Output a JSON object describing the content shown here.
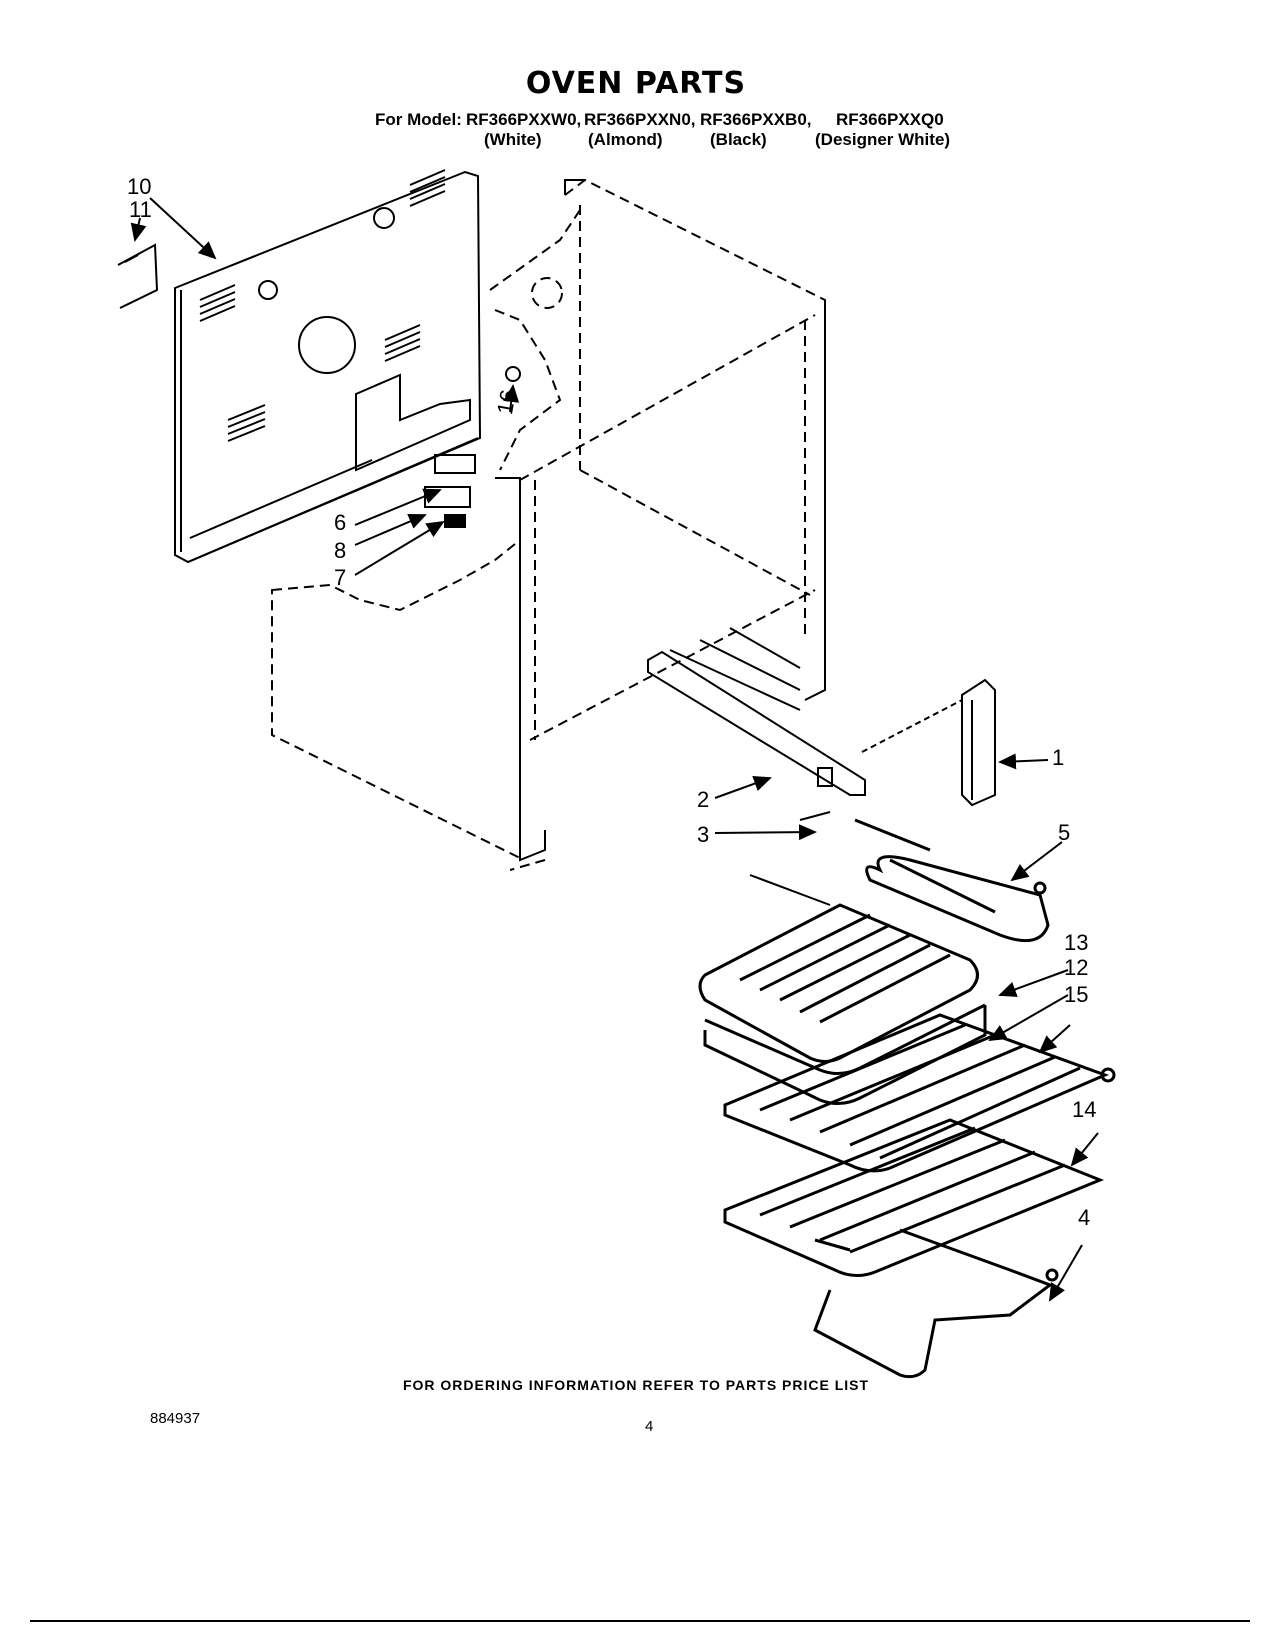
{
  "header": {
    "title": "OVEN PARTS",
    "model_prefix": "For Model:",
    "models": [
      {
        "model": "RF366PXXW0,",
        "color": "(White)"
      },
      {
        "model": "RF366PXXN0,",
        "color": "(Almond)"
      },
      {
        "model": "RF366PXXB0,",
        "color": "(Black)"
      },
      {
        "model": "RF366PXXQ0",
        "color": "(Designer White)"
      }
    ]
  },
  "callouts": [
    "10",
    "11",
    "16",
    "6",
    "8",
    "7",
    "1",
    "2",
    "3",
    "5",
    "13",
    "12",
    "15",
    "14",
    "4"
  ],
  "footer": {
    "ordering": "FOR ORDERING INFORMATION REFER TO PARTS PRICE LIST",
    "doc_number": "884937",
    "page_number": "4"
  }
}
